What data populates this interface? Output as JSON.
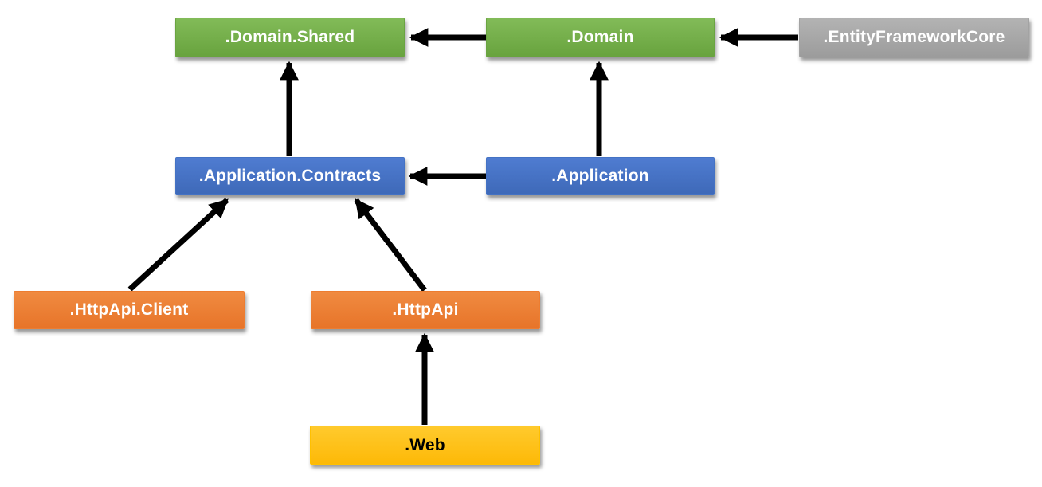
{
  "diagram": {
    "type": "dependency-diagram",
    "edge_color": "#000000",
    "background_color": "#ffffff"
  },
  "nodes": [
    {
      "id": "domain-shared",
      "label": ".Domain.Shared",
      "color": "#70AD47",
      "text_color": "#FFFFFF"
    },
    {
      "id": "domain",
      "label": ".Domain",
      "color": "#70AD47",
      "text_color": "#FFFFFF"
    },
    {
      "id": "entity-framework-core",
      "label": ".EntityFrameworkCore",
      "color": "#A5A5A5",
      "text_color": "#FFFFFF"
    },
    {
      "id": "application-contracts",
      "label": ".Application.Contracts",
      "color": "#4472C4",
      "text_color": "#FFFFFF"
    },
    {
      "id": "application",
      "label": ".Application",
      "color": "#4472C4",
      "text_color": "#FFFFFF"
    },
    {
      "id": "httpapi-client",
      "label": ".HttpApi.Client",
      "color": "#ED7D31",
      "text_color": "#FFFFFF"
    },
    {
      "id": "httpapi",
      "label": ".HttpApi",
      "color": "#ED7D31",
      "text_color": "#FFFFFF"
    },
    {
      "id": "web",
      "label": ".Web",
      "color": "#FFC000",
      "text_color": "#000000"
    }
  ],
  "edges": [
    {
      "from": ".Domain",
      "to": ".Domain.Shared"
    },
    {
      "from": ".EntityFrameworkCore",
      "to": ".Domain"
    },
    {
      "from": ".Application.Contracts",
      "to": ".Domain.Shared"
    },
    {
      "from": ".Application",
      "to": ".Domain"
    },
    {
      "from": ".Application",
      "to": ".Application.Contracts"
    },
    {
      "from": ".HttpApi.Client",
      "to": ".Application.Contracts"
    },
    {
      "from": ".HttpApi",
      "to": ".Application.Contracts"
    },
    {
      "from": ".Web",
      "to": ".HttpApi"
    }
  ]
}
